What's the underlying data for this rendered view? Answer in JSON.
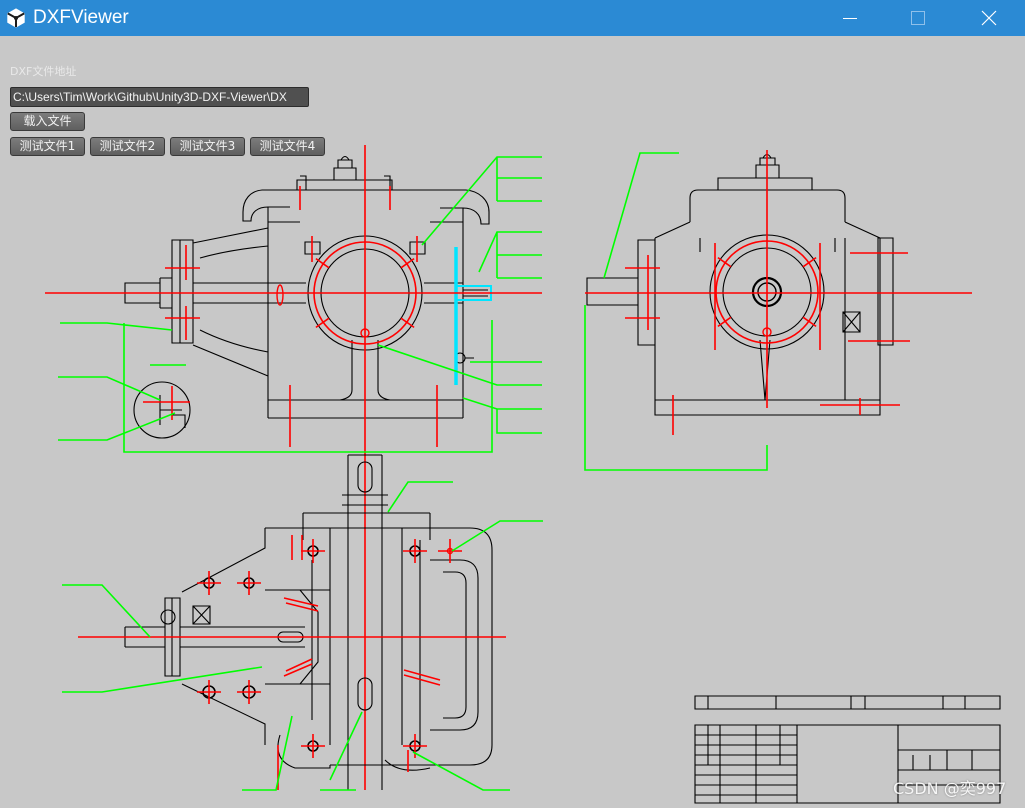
{
  "window": {
    "title": "DXFViewer",
    "icons": {
      "app": "unity-icon",
      "minimize": "minimize-icon",
      "maximize": "maximize-icon",
      "close": "close-icon"
    }
  },
  "loader": {
    "path_label": "DXF文件地址",
    "path_value": "C:\\Users\\Tim\\Work\\Github\\Unity3D-DXF-Viewer\\DX",
    "load_button": "载入文件",
    "test_buttons": [
      "测试文件1",
      "测试文件2",
      "测试文件3",
      "测试文件4"
    ]
  },
  "drawing": {
    "layers": {
      "outline": "#000000",
      "centerline": "#ff0000",
      "leader": "#00ff00",
      "highlight": "#00e5ff"
    }
  },
  "watermark": "CSDN @奕997",
  "theme": {
    "titlebar": "#2b8ad4",
    "canvas_background": "#c8c8c8"
  }
}
